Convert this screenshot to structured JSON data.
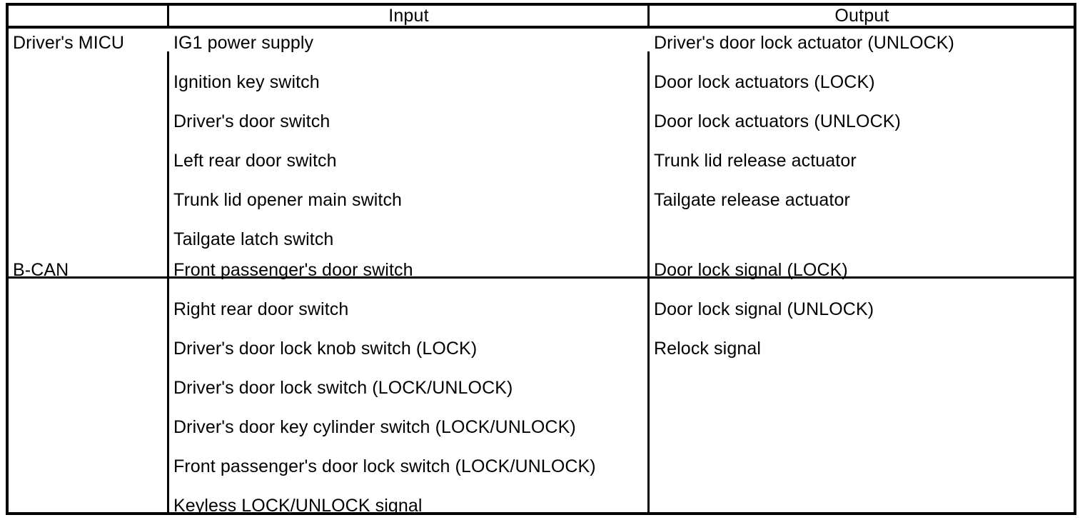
{
  "table": {
    "headers": {
      "corner": "",
      "input": "Input",
      "output": "Output"
    },
    "sections": [
      {
        "name": "Driver's MICU",
        "inputs": [
          "IG1 power supply",
          "Ignition key switch",
          "Driver's door switch",
          "Left rear door switch",
          "Trunk lid opener main switch",
          "Tailgate latch switch"
        ],
        "outputs": [
          "Driver's door lock actuator (UNLOCK)",
          "Door lock actuators (LOCK)",
          "Door lock actuators (UNLOCK)",
          "Trunk lid release actuator",
          "Tailgate release actuator"
        ]
      },
      {
        "name": "B-CAN",
        "inputs": [
          "Front passenger's door switch",
          "Right rear door switch",
          "Driver's door lock knob switch (LOCK)",
          "Driver's door lock switch (LOCK/UNLOCK)",
          "Driver's door key cylinder switch (LOCK/UNLOCK)",
          "Front passenger's door lock switch (LOCK/UNLOCK)",
          "Keyless LOCK/UNLOCK signal"
        ],
        "outputs": [
          "Door lock signal (LOCK)",
          "Door lock signal (UNLOCK)",
          "Relock signal"
        ]
      }
    ]
  },
  "colors": {
    "border": "#000000",
    "text": "#000000",
    "background": "#ffffff"
  }
}
